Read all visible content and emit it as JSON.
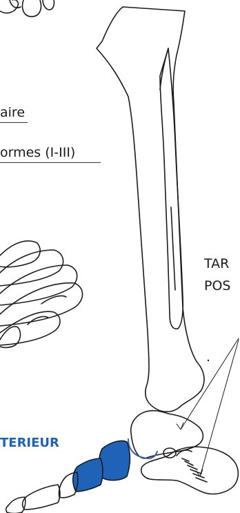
{
  "labels": {
    "aire": "aire",
    "cuneiformes": "ormes (I-III)",
    "tarse_line1": "TAR",
    "tarse_line2": "POS",
    "anterieur": "TERIEUR"
  },
  "colors": {
    "outline": "#1a1a1a",
    "highlight_fill": "#1f63b8",
    "highlight_stroke": "#3a5ea8",
    "label_accent": "#1f63b8"
  }
}
